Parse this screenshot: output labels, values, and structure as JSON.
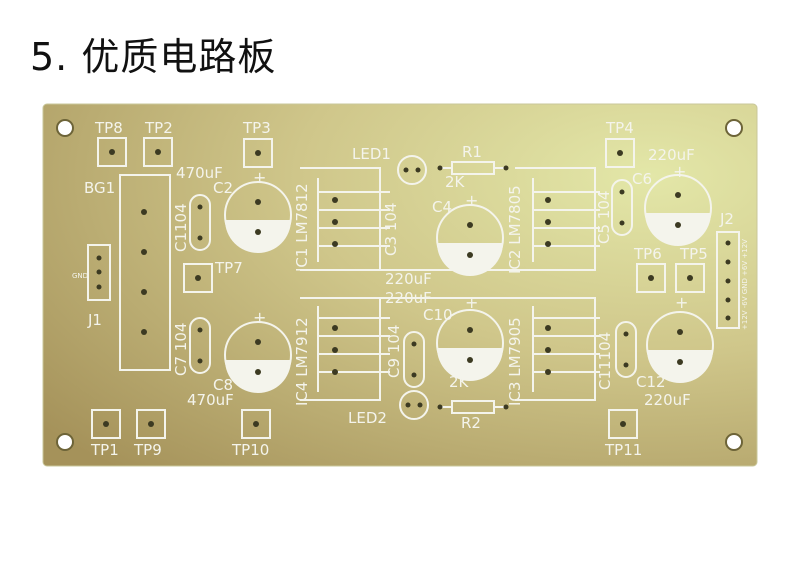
{
  "heading": "5. 优质电路板",
  "board": {
    "colors": {
      "substrate_light": "#d9dca0",
      "substrate_dark": "#a59a5e",
      "silkscreen": "#f4f4ec",
      "pad": "#3c3a22"
    },
    "labels": {
      "tp8": "TP8",
      "tp2": "TP2",
      "tp3": "TP3",
      "tp4": "TP4",
      "tp7": "TP7",
      "tp6": "TP6",
      "tp5": "TP5",
      "tp1": "TP1",
      "tp9": "TP9",
      "tp10": "TP10",
      "tp11": "TP11",
      "bg1": "BG1",
      "j1": "J1",
      "j2": "J2",
      "gnd_j1": "GND",
      "c470_top": "470uF",
      "c2": "C2",
      "c1": "C1104",
      "c8": "C8",
      "c470_bottom": "470uF",
      "c7": "C7 104",
      "ic1": "IC1 LM7812",
      "c3": "C3 104",
      "led1": "LED1",
      "r1": "R1",
      "r1_val": "2K",
      "c4": "C4",
      "c220_mid1": "220uF",
      "c220_mid2": "220uF",
      "ic2": "IC2 LM7805",
      "c5": "C5 104",
      "c6": "C6",
      "c220_tr": "220uF",
      "j2_pins": "+12V -6V GND +6V +12V",
      "ic4": "IC4 LM7912",
      "c9": "C9 104",
      "c10": "C10",
      "r2_val": "2K",
      "led2": "LED2",
      "r2": "R2",
      "ic3": "IC3 LM7905",
      "c11": "C11104",
      "c12": "C12",
      "c220_br": "220uF"
    }
  }
}
